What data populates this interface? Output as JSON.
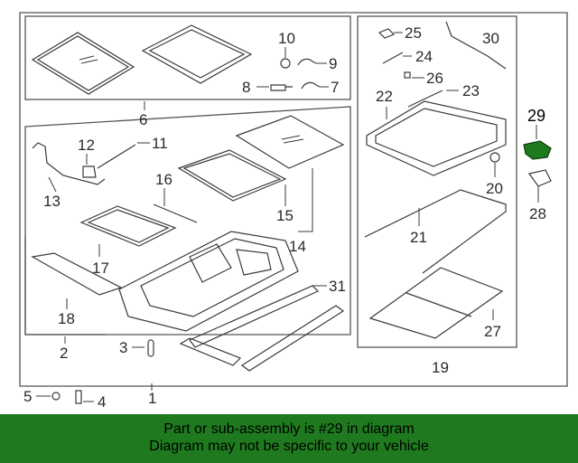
{
  "callouts": [
    {
      "id": "c1",
      "text": "1"
    },
    {
      "id": "c2",
      "text": "2"
    },
    {
      "id": "c3",
      "text": "3"
    },
    {
      "id": "c4",
      "text": "4"
    },
    {
      "id": "c5",
      "text": "5"
    },
    {
      "id": "c6",
      "text": "6"
    },
    {
      "id": "c7",
      "text": "7"
    },
    {
      "id": "c8",
      "text": "8"
    },
    {
      "id": "c9",
      "text": "9"
    },
    {
      "id": "c10",
      "text": "10"
    },
    {
      "id": "c11",
      "text": "11"
    },
    {
      "id": "c12",
      "text": "12"
    },
    {
      "id": "c13",
      "text": "13"
    },
    {
      "id": "c14",
      "text": "14"
    },
    {
      "id": "c15",
      "text": "15"
    },
    {
      "id": "c16",
      "text": "16"
    },
    {
      "id": "c17",
      "text": "17"
    },
    {
      "id": "c18",
      "text": "18"
    },
    {
      "id": "c19",
      "text": "19"
    },
    {
      "id": "c20",
      "text": "20"
    },
    {
      "id": "c21",
      "text": "21"
    },
    {
      "id": "c22",
      "text": "22"
    },
    {
      "id": "c23",
      "text": "23"
    },
    {
      "id": "c24",
      "text": "24"
    },
    {
      "id": "c25",
      "text": "25"
    },
    {
      "id": "c26",
      "text": "26"
    },
    {
      "id": "c27",
      "text": "27"
    },
    {
      "id": "c28",
      "text": "28"
    },
    {
      "id": "c29",
      "text": "29"
    },
    {
      "id": "c30",
      "text": "30"
    },
    {
      "id": "c31",
      "text": "31"
    }
  ],
  "highlight": {
    "part": "29",
    "color": "#1f7a1f"
  },
  "banner": {
    "line1": "Part or sub-assembly is #29 in diagram",
    "line2": "Diagram may not be specific to your vehicle",
    "background": "#1f7a1f"
  }
}
